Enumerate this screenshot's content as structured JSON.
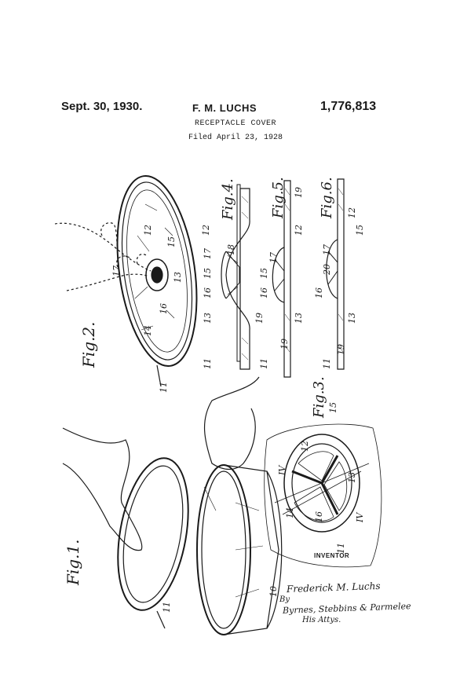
{
  "header": {
    "date": "Sept. 30, 1930.",
    "inventor": "F. M. LUCHS",
    "patent_number": "1,776,813",
    "title": "RECEPTACLE COVER",
    "filed": "Filed April 23, 1928"
  },
  "figures": {
    "fig1": "Fig.1.",
    "fig2": "Fig.2.",
    "fig3": "Fig.3.",
    "fig4": "Fig.4.",
    "fig5": "Fig.5.",
    "fig6": "Fig.6."
  },
  "reference_numerals": {
    "fig2": [
      "12",
      "15",
      "17",
      "13",
      "16",
      "14",
      "11"
    ],
    "fig4": [
      "12",
      "18",
      "17",
      "15",
      "16",
      "13",
      "19",
      "11"
    ],
    "fig5": [
      "19",
      "12",
      "17",
      "15",
      "16",
      "13",
      "19",
      "11"
    ],
    "fig6": [
      "12",
      "15",
      "17",
      "20",
      "16",
      "13",
      "19",
      "11"
    ],
    "fig3": [
      "15",
      "12",
      "IV",
      "14",
      "16",
      "13",
      "IV",
      "11"
    ],
    "fig1": [
      "11",
      "10"
    ]
  },
  "signature": {
    "label": "INVENTOR",
    "name": "Frederick M. Luchs",
    "by": "By",
    "attorneys": "Byrnes, Stebbins & Parmelee",
    "his_attys": "His Attys."
  }
}
